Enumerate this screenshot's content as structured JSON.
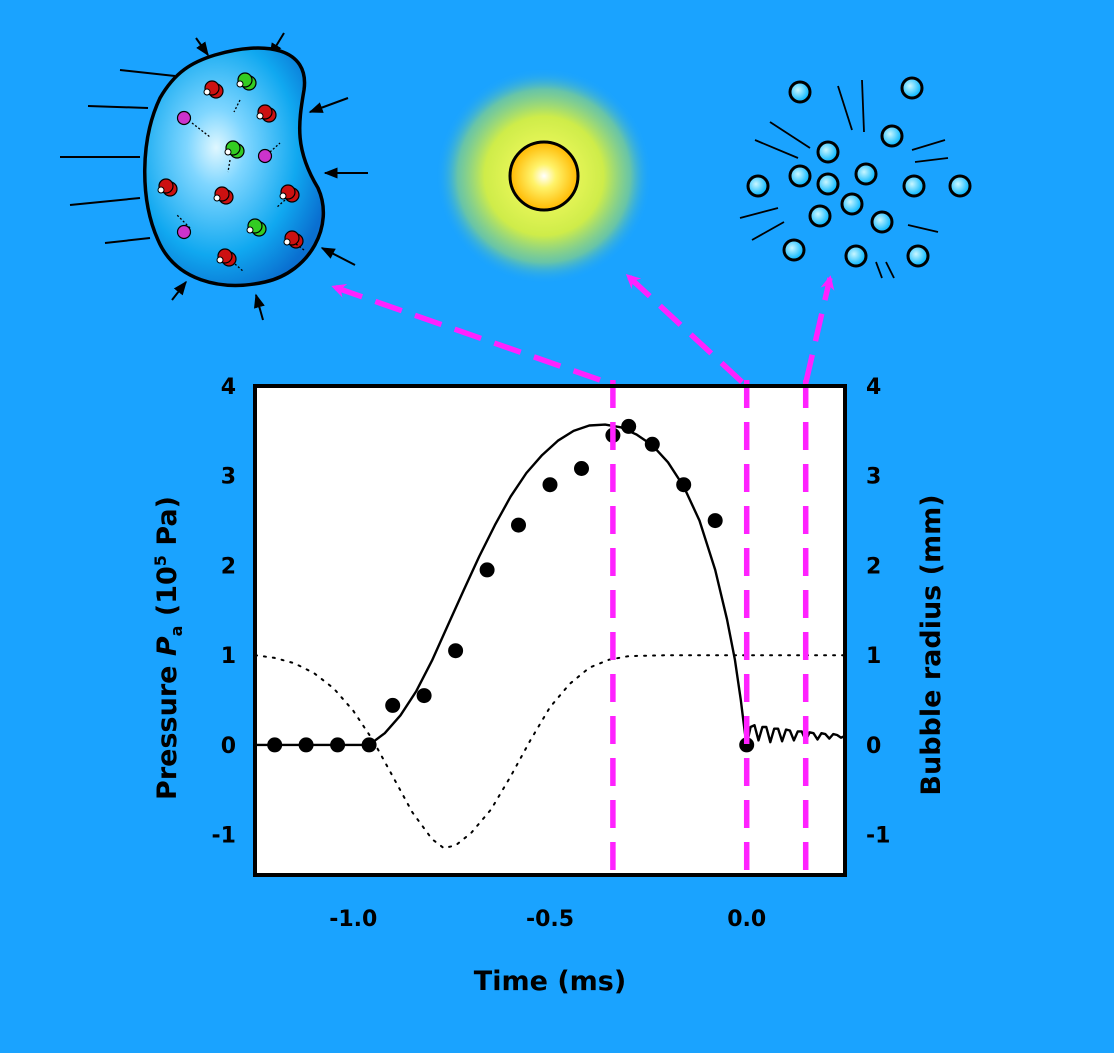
{
  "chart_data": {
    "type": "scatter",
    "xlabel": "Time (ms)",
    "ylabel_left": {
      "prefix": "Pressure ",
      "var": "P",
      "sub": "a",
      "suffix": " (10",
      "sup": "5",
      "end": " Pa)"
    },
    "ylabel_right": "Bubble radius (mm)",
    "xlim": [
      -1.25,
      0.25
    ],
    "ylim": [
      -1.45,
      4.0
    ],
    "x_ticks": [
      -1.0,
      -0.5,
      0.0
    ],
    "x_tick_labels": [
      "-1.0",
      "-0.5",
      "0.0"
    ],
    "y_ticks": [
      -1,
      0,
      1,
      2,
      3,
      4
    ],
    "y_tick_labels": [
      "-1",
      "0",
      "1",
      "2",
      "3",
      "4"
    ],
    "grid": false,
    "series": [
      {
        "kind": "points",
        "x": [
          -1.2,
          -1.12,
          -1.04,
          -0.96,
          -0.9,
          -0.82,
          -0.74,
          -0.66,
          -0.58,
          -0.5,
          -0.42,
          -0.34,
          -0.3,
          -0.24,
          -0.16,
          -0.08,
          0.0
        ],
        "y": [
          0.0,
          0.0,
          0.0,
          0.0,
          0.44,
          0.55,
          1.05,
          1.95,
          2.45,
          2.9,
          3.08,
          3.45,
          3.55,
          3.35,
          2.9,
          2.5,
          0.0
        ]
      },
      {
        "kind": "line",
        "style": "solid",
        "x": [
          -1.25,
          -0.96,
          -0.92,
          -0.88,
          -0.84,
          -0.8,
          -0.76,
          -0.72,
          -0.68,
          -0.64,
          -0.6,
          -0.56,
          -0.52,
          -0.48,
          -0.44,
          -0.4,
          -0.36,
          -0.32,
          -0.28,
          -0.24,
          -0.2,
          -0.16,
          -0.12,
          -0.08,
          -0.05,
          -0.03,
          -0.015,
          -0.005,
          0.0
        ],
        "y": [
          0.0,
          0.0,
          0.13,
          0.33,
          0.6,
          0.94,
          1.33,
          1.72,
          2.1,
          2.45,
          2.77,
          3.03,
          3.23,
          3.39,
          3.5,
          3.56,
          3.57,
          3.54,
          3.46,
          3.34,
          3.15,
          2.88,
          2.5,
          1.95,
          1.4,
          0.95,
          0.5,
          0.15,
          0.0
        ]
      },
      {
        "kind": "line",
        "style": "dotted",
        "x": [
          -1.25,
          -1.2,
          -1.15,
          -1.1,
          -1.05,
          -1.0,
          -0.95,
          -0.9,
          -0.85,
          -0.8,
          -0.77,
          -0.74,
          -0.7,
          -0.65,
          -0.6,
          -0.55,
          -0.5,
          -0.45,
          -0.4,
          -0.35,
          -0.3,
          -0.2,
          -0.1,
          0.0,
          0.1,
          0.25
        ],
        "y": [
          1.0,
          0.97,
          0.91,
          0.8,
          0.63,
          0.38,
          0.05,
          -0.35,
          -0.75,
          -1.05,
          -1.15,
          -1.12,
          -0.98,
          -0.72,
          -0.35,
          0.05,
          0.42,
          0.68,
          0.86,
          0.95,
          0.99,
          1.0,
          1.0,
          1.0,
          1.0,
          1.0
        ]
      },
      {
        "kind": "line",
        "style": "solid",
        "x": [
          0.0,
          0.01,
          0.02,
          0.03,
          0.04,
          0.05,
          0.06,
          0.07,
          0.08,
          0.09,
          0.1,
          0.11,
          0.12,
          0.13,
          0.14,
          0.15,
          0.16,
          0.17,
          0.18,
          0.19,
          0.2,
          0.21,
          0.22,
          0.23,
          0.24,
          0.25
        ],
        "y": [
          0.0,
          0.2,
          0.22,
          0.05,
          0.2,
          0.2,
          0.03,
          0.18,
          0.18,
          0.04,
          0.17,
          0.16,
          0.05,
          0.15,
          0.15,
          0.05,
          0.14,
          0.13,
          0.06,
          0.13,
          0.12,
          0.07,
          0.12,
          0.11,
          0.08,
          0.1
        ]
      }
    ],
    "markers": {
      "x": [
        -0.34,
        0.0,
        0.15
      ],
      "color": "#ff22ff",
      "style": "dashed"
    }
  },
  "colors": {
    "background": "#1aa3ff",
    "plot_background": "#ffffff",
    "accent": "#ff22ff",
    "bubble_fill": "#00b8ff",
    "sun_core": "#ffc800",
    "sun_glow": "#ffff66",
    "particle": "#00c8ff"
  },
  "illustrations": [
    "compressing-bubble-icon",
    "glowing-bubble-icon",
    "burst-bubble-icon"
  ]
}
